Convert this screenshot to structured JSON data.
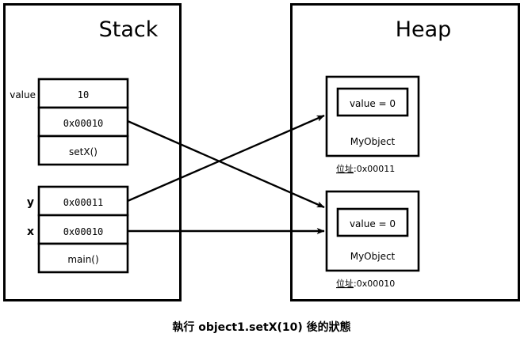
{
  "diagram": {
    "caption": "執行 object1.setX(10) 後的狀態",
    "regions": [
      {
        "id": "stack",
        "title": "Stack"
      },
      {
        "id": "heap",
        "title": "Heap"
      }
    ],
    "stack": {
      "frames": [
        {
          "id": "setx-frame",
          "slots": [
            {
              "label": "value",
              "value": "10"
            },
            {
              "label": "",
              "value": "0x00010"
            },
            {
              "label": "",
              "value": "setX()"
            }
          ]
        },
        {
          "id": "main-frame",
          "slots": [
            {
              "label": "y",
              "value": "0x00011"
            },
            {
              "label": "x",
              "value": "0x00010"
            },
            {
              "label": "",
              "value": "main()"
            }
          ]
        }
      ]
    },
    "heap": {
      "objects": [
        {
          "id": "object-11",
          "field": "value = 0",
          "class_name": "MyObject",
          "address_label": "位址",
          "address_value": ":0x00011"
        },
        {
          "id": "object-10",
          "field": "value = 0",
          "class_name": "MyObject",
          "address_label": "位址",
          "address_value": ":0x00010"
        }
      ]
    },
    "arrows": [
      {
        "id": "setx-value-to-object-10",
        "from": "setX frame 0x00010",
        "to": "object at 0x00010"
      },
      {
        "id": "main-y-to-object-11",
        "from": "main frame y 0x00011",
        "to": "object at 0x00011"
      },
      {
        "id": "main-x-to-object-10",
        "from": "main frame x 0x00010",
        "to": "object at 0x00010"
      }
    ]
  }
}
